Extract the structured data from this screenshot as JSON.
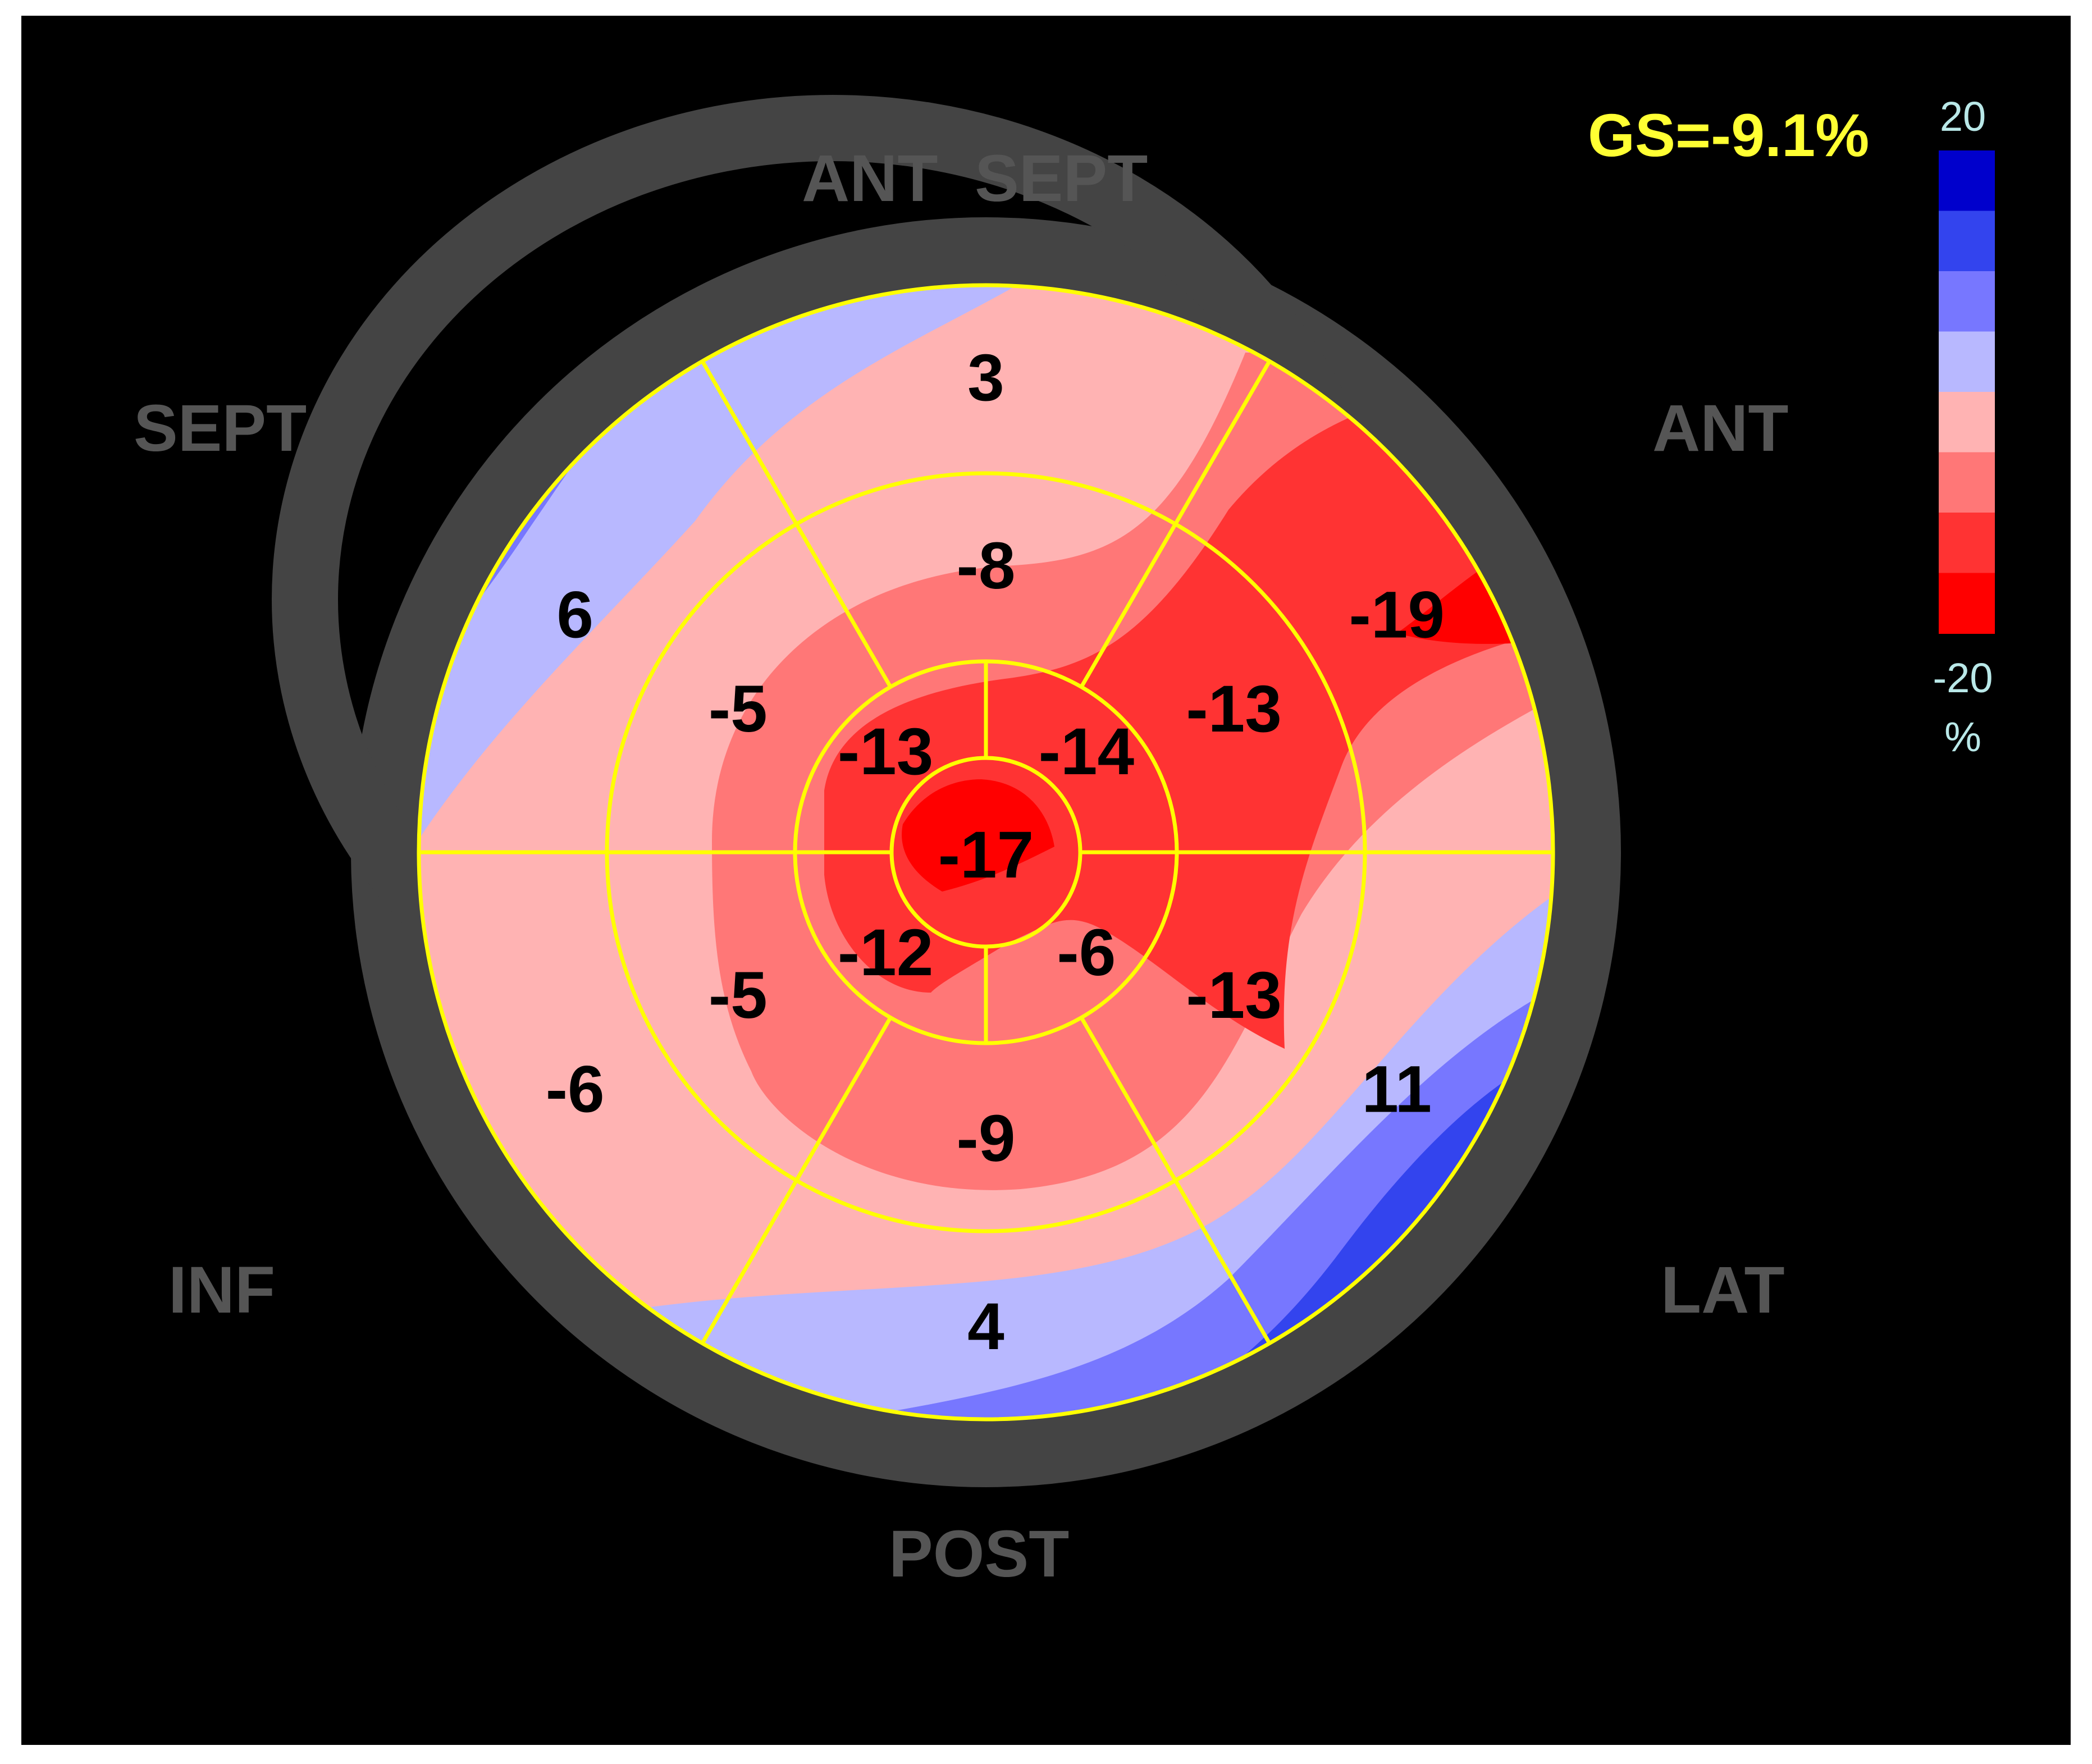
{
  "chart_data": {
    "type": "bullseye",
    "global_strain_label": "GS=-9.1%",
    "wall_labels": {
      "ant_sept": "ANT  SEPT",
      "sept": "SEPT",
      "ant": "ANT",
      "inf": "INF",
      "lat": "LAT",
      "post": "POST"
    },
    "color_scale": {
      "max_label": "20",
      "min_label": "-20",
      "unit": "%",
      "max": 20,
      "min": -20,
      "colors": [
        "#0000cc",
        "#3344ee",
        "#7777ff",
        "#b8b8ff",
        "#ffb3b3",
        "#ff7777",
        "#ff3333",
        "#ff0000"
      ]
    },
    "segments": {
      "basal": [
        {
          "wall": "ant sept",
          "value": "3"
        },
        {
          "wall": "ant",
          "value": "-19"
        },
        {
          "wall": "lat",
          "value": "11"
        },
        {
          "wall": "post",
          "value": "4"
        },
        {
          "wall": "inf",
          "value": "-6"
        },
        {
          "wall": "sept",
          "value": "6"
        }
      ],
      "mid": [
        {
          "wall": "ant sept",
          "value": "-8"
        },
        {
          "wall": "ant",
          "value": "-13"
        },
        {
          "wall": "lat",
          "value": "-13"
        },
        {
          "wall": "post",
          "value": "-9"
        },
        {
          "wall": "inf",
          "value": "-5"
        },
        {
          "wall": "sept",
          "value": "-5"
        }
      ],
      "apical": [
        {
          "wall": "ant",
          "value": "-14"
        },
        {
          "wall": "lat",
          "value": "-6"
        },
        {
          "wall": "inf",
          "value": "-12"
        },
        {
          "wall": "sept",
          "value": "-13"
        }
      ],
      "apex": {
        "value": "-17"
      }
    }
  }
}
